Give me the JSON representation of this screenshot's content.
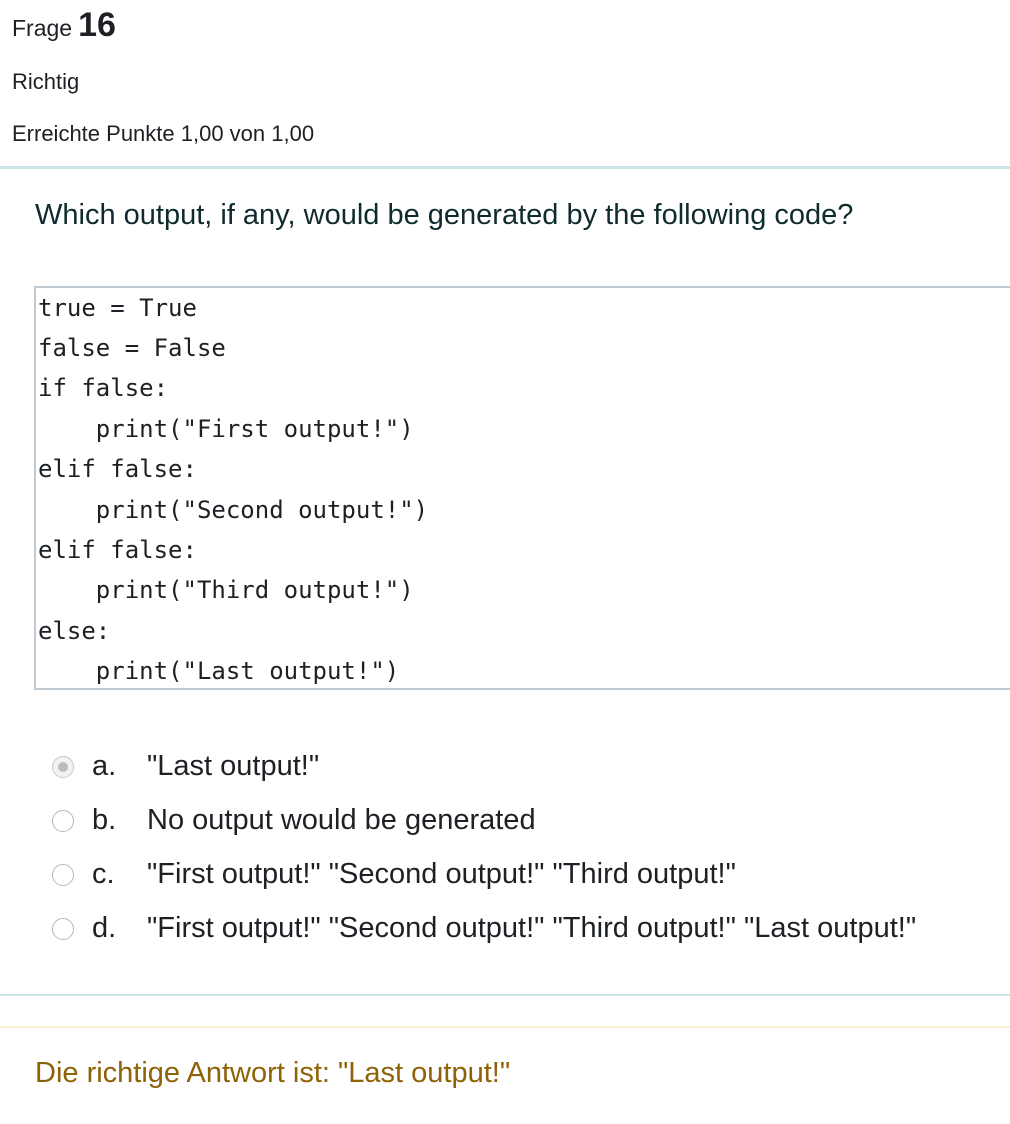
{
  "info": {
    "question_label": "Frage",
    "question_number": "16",
    "state": "Richtig",
    "grade": "Erreichte Punkte 1,00 von 1,00"
  },
  "question": {
    "text": "Which output, if any, would be generated by the following code?",
    "code_lines": [
      "true = True",
      "false = False",
      "if false:",
      "    print(\"First output!\")",
      "elif false:",
      "    print(\"Second output!\")",
      "elif false:",
      "    print(\"Third output!\")",
      "else:",
      "    print(\"Last output!\")"
    ]
  },
  "answers": [
    {
      "letter": "a.",
      "text": "\"Last output!\"",
      "selected": true
    },
    {
      "letter": "b.",
      "text": "No output would be generated",
      "selected": false
    },
    {
      "letter": "c.",
      "text": "\"First output!\" \"Second output!\" \"Third output!\"",
      "selected": false
    },
    {
      "letter": "d.",
      "text": "\"First output!\" \"Second output!\" \"Third output!\" \"Last output!\"",
      "selected": false
    }
  ],
  "feedback": {
    "right_answer": "Die richtige Antwort ist: \"Last output!\""
  },
  "colors": {
    "accent_divider": "#c9e3e6",
    "feedback_text": "#8e6206",
    "question_text": "#0f2b2f"
  }
}
